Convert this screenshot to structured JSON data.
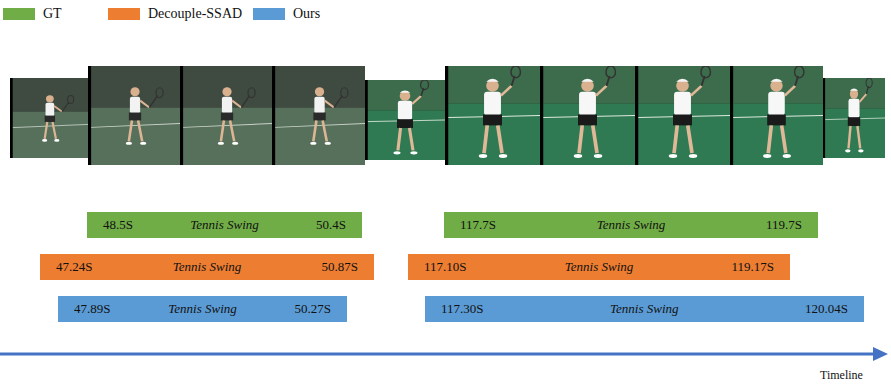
{
  "diagram": {
    "nodes": [
      {
        "text": [
          "48.5S",
          "Tennis Swing",
          "50.4S"
        ]
      },
      {
        "text": [
          "117.7S",
          "Tennis Swing",
          "119.7S"
        ]
      },
      {
        "text": [
          "47.24S",
          "Tennis Swing",
          "50.87S"
        ]
      },
      {
        "text": [
          "117.10S",
          "Tennis Swing",
          "119.17S"
        ]
      },
      {
        "text": [
          "47.89S",
          "Tennis Swing",
          "50.27S"
        ]
      },
      {
        "text": [
          "117.30S",
          "Tennis Swing",
          "120.04S"
        ]
      }
    ],
    "labels": [
      "Timeline"
    ],
    "legend": [
      {
        "text": "GT",
        "color": "#70ad47"
      },
      {
        "text": "Decouple-SSAD",
        "color": "#ed7d31"
      },
      {
        "text": "Ours",
        "color": "#5b9bd5"
      }
    ]
  }
}
